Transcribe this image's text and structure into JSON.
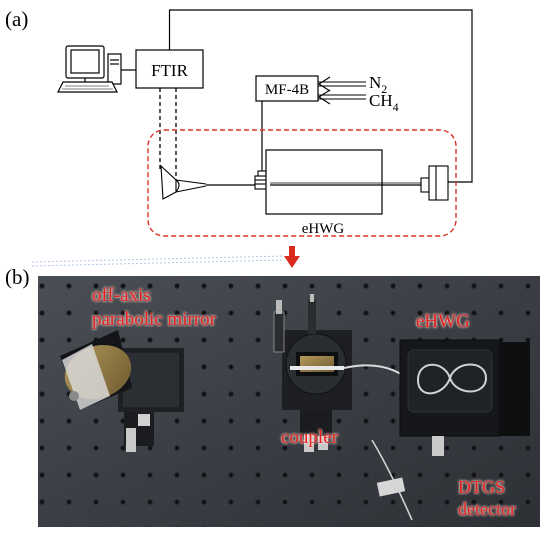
{
  "panel_a": {
    "label": "(a)",
    "ftir_label": "FTIR",
    "controller_label": "MF-4B",
    "gas_n2_base": "N",
    "gas_n2_sub": "2",
    "gas_ch4_base": "CH",
    "gas_ch4_sub": "4",
    "ehwg_label": "eHWG"
  },
  "panel_b": {
    "label": "(b)",
    "mirror_label_line1": "off-axis",
    "mirror_label_line2": "parabolic mirror",
    "coupler_label": "coupler",
    "ehwg_label": "eHWG",
    "detector_label_line1": "DTGS",
    "detector_label_line2": "detector"
  },
  "colors": {
    "line": "#000000",
    "dashed_box": "#d9332a",
    "arrow": "#d92c1e",
    "label_red": "#e3201b",
    "table": "#3a3e43"
  }
}
